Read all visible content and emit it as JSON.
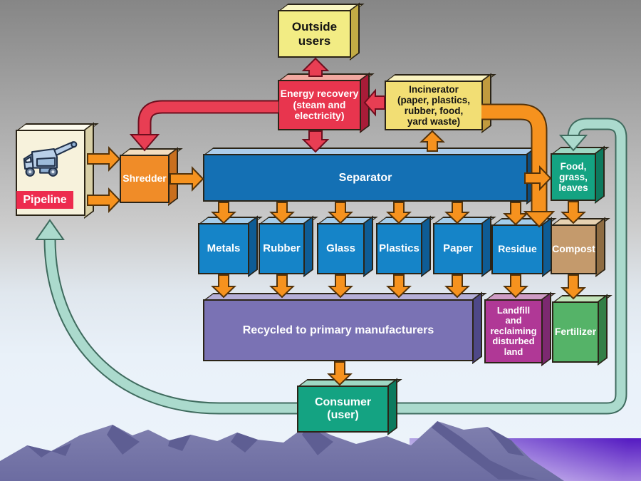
{
  "diagram": {
    "nodes": {
      "outside_users": {
        "label": "Outside\nusers"
      },
      "energy_recovery": {
        "label": "Energy recovery\n(steam and\nelectricity)"
      },
      "incinerator": {
        "label": "Incinerator\n(paper, plastics,\nrubber, food,\nyard waste)"
      },
      "pipeline": {
        "label": "Pipeline"
      },
      "shredder": {
        "label": "Shredder"
      },
      "separator": {
        "label": "Separator"
      },
      "metals": {
        "label": "Metals"
      },
      "rubber": {
        "label": "Rubber"
      },
      "glass": {
        "label": "Glass"
      },
      "plastics": {
        "label": "Plastics"
      },
      "paper": {
        "label": "Paper"
      },
      "residue": {
        "label": "Residue"
      },
      "food_grass_leaves": {
        "label": "Food,\ngrass,\nleaves"
      },
      "compost": {
        "label": "Compost"
      },
      "recycled": {
        "label": "Recycled to primary manufacturers"
      },
      "landfill": {
        "label": "Landfill\nand\nreclaiming\ndisturbed\nland"
      },
      "fertilizer": {
        "label": "Fertilizer"
      },
      "consumer": {
        "label": "Consumer\n(user)"
      }
    },
    "edges": [
      {
        "from": "pipeline",
        "to": "shredder",
        "color": "orange"
      },
      {
        "from": "pipeline",
        "to": "shredder",
        "color": "orange"
      },
      {
        "from": "shredder",
        "to": "separator",
        "color": "orange"
      },
      {
        "from": "energy_recovery",
        "to": "shredder",
        "color": "red"
      },
      {
        "from": "energy_recovery",
        "to": "outside_users",
        "color": "red"
      },
      {
        "from": "energy_recovery",
        "to": "separator",
        "color": "red"
      },
      {
        "from": "incinerator",
        "to": "energy_recovery",
        "color": "red"
      },
      {
        "from": "separator",
        "to": "incinerator",
        "color": "orange"
      },
      {
        "from": "incinerator",
        "to": "residue",
        "color": "orange"
      },
      {
        "from": "separator",
        "to": "metals",
        "color": "orange"
      },
      {
        "from": "separator",
        "to": "rubber",
        "color": "orange"
      },
      {
        "from": "separator",
        "to": "glass",
        "color": "orange"
      },
      {
        "from": "separator",
        "to": "plastics",
        "color": "orange"
      },
      {
        "from": "separator",
        "to": "paper",
        "color": "orange"
      },
      {
        "from": "separator",
        "to": "residue",
        "color": "orange"
      },
      {
        "from": "separator",
        "to": "food_grass_leaves",
        "color": "orange"
      },
      {
        "from": "metals",
        "to": "recycled",
        "color": "orange"
      },
      {
        "from": "rubber",
        "to": "recycled",
        "color": "orange"
      },
      {
        "from": "glass",
        "to": "recycled",
        "color": "orange"
      },
      {
        "from": "plastics",
        "to": "recycled",
        "color": "orange"
      },
      {
        "from": "paper",
        "to": "recycled",
        "color": "orange"
      },
      {
        "from": "residue",
        "to": "landfill",
        "color": "orange"
      },
      {
        "from": "food_grass_leaves",
        "to": "compost",
        "color": "orange"
      },
      {
        "from": "compost",
        "to": "fertilizer",
        "color": "orange"
      },
      {
        "from": "recycled",
        "to": "consumer",
        "color": "orange"
      },
      {
        "from": "consumer",
        "to": "pipeline",
        "color": "teal"
      },
      {
        "from": "consumer",
        "to": "food_grass_leaves",
        "color": "teal"
      }
    ],
    "palette": {
      "arrow_orange": "#F6921E",
      "arrow_red": "#E83E53",
      "pipe_teal": "#ABDACD",
      "box_yellow": "#F2EC84",
      "box_red": "#E8354E",
      "box_blue": "#1584C8",
      "separator_blue": "#1470B4",
      "box_teal": "#14A382",
      "box_tan": "#C49A6C",
      "box_purple": "#7A72B4",
      "box_magenta": "#B03896",
      "box_green": "#55B368",
      "box_orange": "#F08C28",
      "box_cream": "#F7F2DC",
      "mountain": "#7E7EAE",
      "mountain_shadow": "#5E5E93",
      "band_purple": "#5C20C6"
    }
  }
}
